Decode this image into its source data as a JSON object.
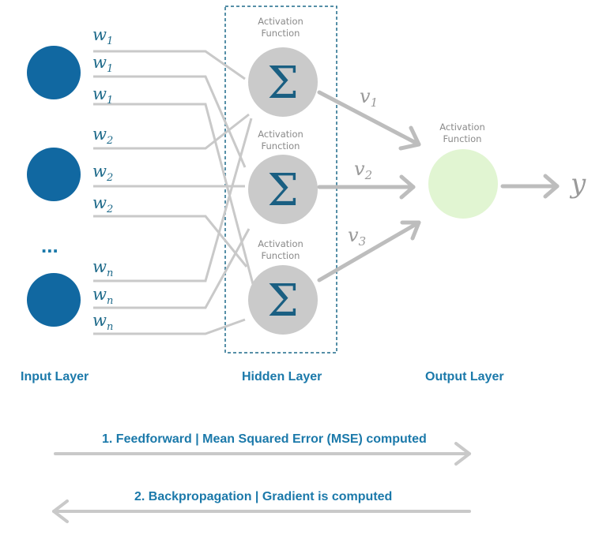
{
  "colors": {
    "input_node": "#1168a1",
    "hidden_node": "#cacaca",
    "output_node": "#e1f5d2",
    "connection": "#c9c9c9",
    "arrow": "#bdbdbd",
    "accent_text": "#1b79aa",
    "hidden_box_border": "#1e6a8a"
  },
  "weights": {
    "w1": {
      "base": "w",
      "sub": "1"
    },
    "w2": {
      "base": "w",
      "sub": "2"
    },
    "wn": {
      "base": "w",
      "sub": "n"
    }
  },
  "hidden_outputs": {
    "v1": {
      "base": "v",
      "sub": "1"
    },
    "v2": {
      "base": "v",
      "sub": "2"
    },
    "v3": {
      "base": "v",
      "sub": "3"
    }
  },
  "hidden_symbol": "Σ",
  "activation_label_line1": "Activation",
  "activation_label_line2": "Function",
  "ellipsis": "...",
  "output_symbol": "y",
  "layers": {
    "input": "Input Layer",
    "hidden": "Hidden Layer",
    "output": "Output Layer"
  },
  "process": {
    "feedforward": "1. Feedforward | Mean Squared Error (MSE) computed",
    "backpropagation": "2. Backpropagation | Gradient is computed"
  }
}
